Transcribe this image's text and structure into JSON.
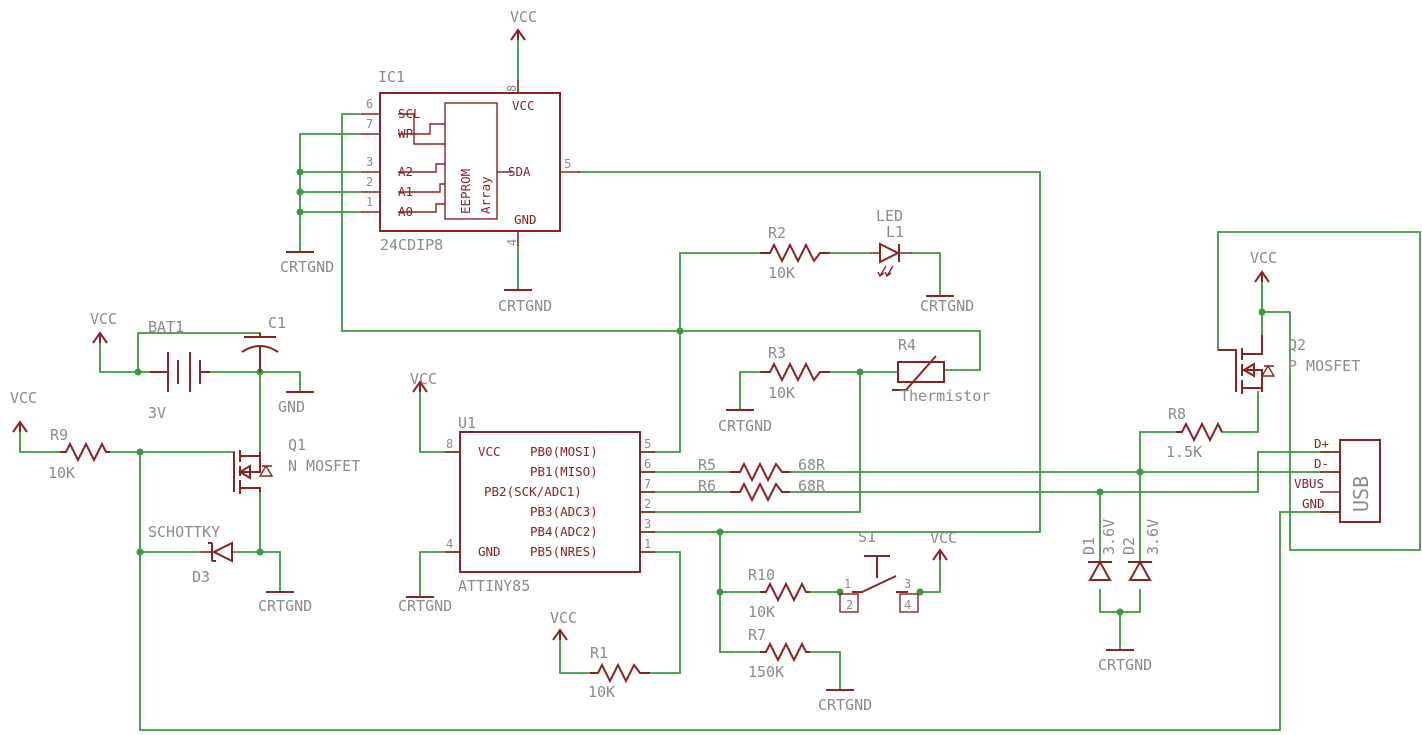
{
  "labels": {
    "vcc_ic1": "VCC",
    "ic1_name": "IC1",
    "ic1_pkg": "24CDIP8",
    "ic1_gnd_net": "CRTGND",
    "ic1_left_gnd": "CRTGND",
    "ic1_pins": {
      "scl": "SCL",
      "wp": "WP",
      "a2": "A2",
      "a1": "A1",
      "a0": "A0",
      "vcc": "VCC",
      "sda": "SDA",
      "gnd": "GND",
      "eeprom": "EEPROM",
      "array": "Array"
    },
    "ic1_nums": {
      "p6": "6",
      "p7": "7",
      "p3": "3",
      "p2": "2",
      "p1": "1",
      "p8": "8",
      "p5": "5",
      "p4": "4"
    },
    "r2_name": "R2",
    "r2_val": "10K",
    "led_name": "LED",
    "l1_name": "L1",
    "l1_gnd": "CRTGND",
    "r3_name": "R3",
    "r3_val": "10K",
    "r3_gnd": "CRTGND",
    "r4_name": "R4",
    "r4_val": "Thermistor",
    "vcc_bat": "VCC",
    "bat_name": "BAT1",
    "bat_val": "3V",
    "c1_name": "C1",
    "c1_gnd": "GND",
    "vcc_r9": "VCC",
    "r9_name": "R9",
    "r9_val": "10K",
    "q1_name": "Q1",
    "q1_val": "N MOSFET",
    "d3_type": "SCHOTTKY",
    "d3_name": "D3",
    "q1_gnd": "CRTGND",
    "vcc_u1": "VCC",
    "u1_name": "U1",
    "u1_pkg": "ATTINY85",
    "u1_gnd": "CRTGND",
    "u1_pins": {
      "vcc": "VCC",
      "gnd": "GND",
      "pb0": "PB0(MOSI)",
      "pb1": "PB1(MISO)",
      "pb2": "PB2(SCK/ADC1)",
      "pb3": "PB3(ADC3)",
      "pb4": "PB4(ADC2)",
      "pb5": "PB5(NRES)"
    },
    "u1_nums": {
      "p8": "8",
      "p4": "4",
      "p5": "5",
      "p6": "6",
      "p7": "7",
      "p2": "2",
      "p3": "3",
      "p1": "1"
    },
    "r5_name": "R5",
    "r5_val": "68R",
    "r6_name": "R6",
    "r6_val": "68R",
    "vcc_r1": "VCC",
    "r1_name": "R1",
    "r1_val": "10K",
    "s1_name": "S1",
    "vcc_s1": "VCC",
    "s1_pins": {
      "p1": "1",
      "p2": "2",
      "p3": "3",
      "p4": "4"
    },
    "r10_name": "R10",
    "r10_val": "10K",
    "r7_name": "R7",
    "r7_val": "150K",
    "r7_gnd": "CRTGND",
    "vcc_q2": "VCC",
    "q2_name": "Q2",
    "q2_val": "P MOSFET",
    "r8_name": "R8",
    "r8_val": "1.5K",
    "d1_name": "D1",
    "d1_val": "3.6V",
    "d2_name": "D2",
    "d2_val": "3.6V",
    "d_gnd": "CRTGND",
    "usb_name": "USB",
    "usb_pins": {
      "dp": "D+",
      "dm": "D-",
      "vbus": "VBUS",
      "gnd": "GND"
    }
  },
  "colors": {
    "wire": "#3b9a3b",
    "symbol": "#8b2323",
    "label": "#8b8b8b"
  }
}
